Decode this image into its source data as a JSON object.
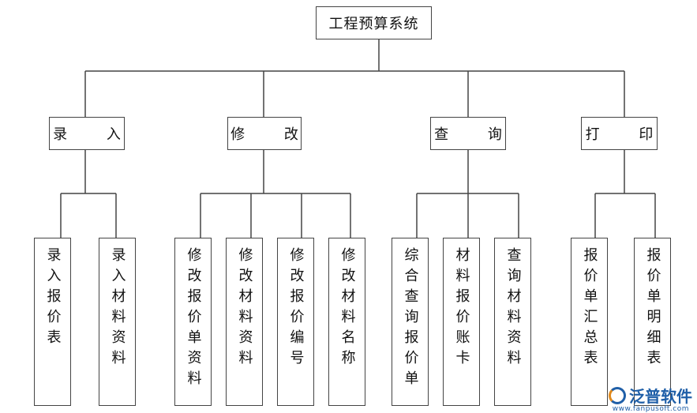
{
  "root": "工程预算系统",
  "categories": [
    "录 入",
    "修 改",
    "查 询",
    "打 印"
  ],
  "leaves": [
    "录入报价表",
    "录入材料资料",
    "修改报价单资料",
    "修改材料资料",
    "修改报价编号",
    "修改材料名称",
    "综合查询报价单",
    "材料报价账卡",
    "查询材料资料",
    "报价单汇总表",
    "报价单明细表"
  ],
  "watermark": {
    "brand": "泛普软件",
    "url": "www.fanpusoft.com"
  }
}
